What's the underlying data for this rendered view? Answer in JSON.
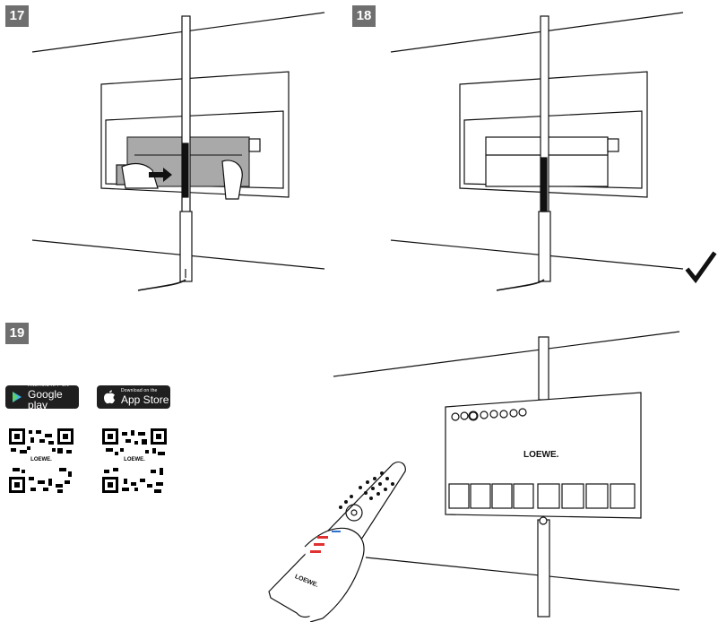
{
  "steps": {
    "step17": "17",
    "step18": "18",
    "step19": "19"
  },
  "badges": {
    "google": {
      "small": "ANDROID APP ON",
      "big": "Google play"
    },
    "apple": {
      "small": "Download on the",
      "big": "App Store"
    }
  },
  "qr": {
    "google_logo": "LOEWE.",
    "apple_logo": "LOEWE."
  },
  "tv": {
    "brand": "LOEWE."
  },
  "remote": {
    "brand": "LOEWE."
  },
  "icons": {
    "check": "checkmark-icon",
    "play": "google-play-icon",
    "apple": "apple-icon"
  }
}
